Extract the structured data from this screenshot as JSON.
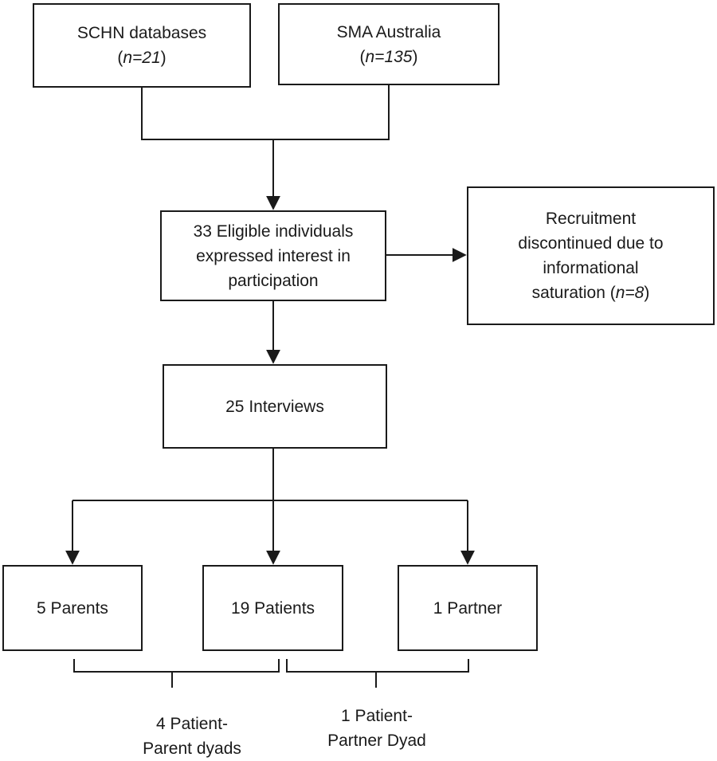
{
  "sources": {
    "schn": {
      "label": "SCHN databases",
      "n_prefix": "(",
      "n": "n=21",
      "n_suffix": ")"
    },
    "sma": {
      "label": "SMA Australia",
      "n_prefix": "(",
      "n": "n=135",
      "n_suffix": ")"
    }
  },
  "eligible": {
    "line1": "33 Eligible individuals",
    "line2": "expressed interest in",
    "line3": "participation"
  },
  "discontinued": {
    "line1": "Recruitment",
    "line2": "discontinued due to",
    "line3": "informational",
    "line4_text": "saturation (",
    "line4_n": "n=8",
    "line4_suffix": ")"
  },
  "interviews": {
    "label": "25 Interviews"
  },
  "groups": {
    "parents": "5 Parents",
    "patients": "19 Patients",
    "partner": "1 Partner"
  },
  "dyads": {
    "parent_line1": "4 Patient-",
    "parent_line2": "Parent dyads",
    "partner_line1": "1 Patient-",
    "partner_line2": "Partner Dyad"
  }
}
